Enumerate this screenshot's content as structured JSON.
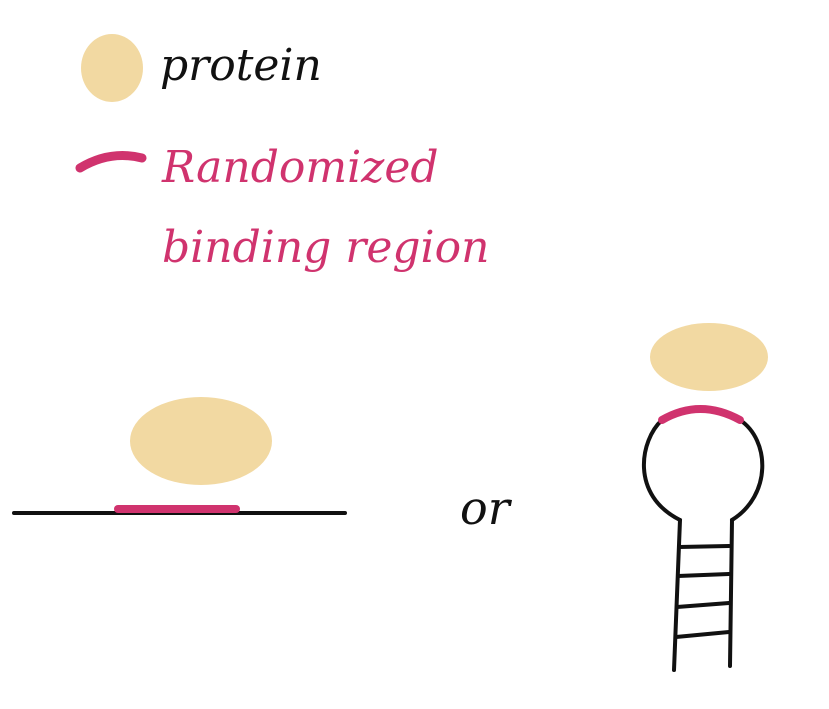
{
  "legend": {
    "protein_label": "protein",
    "region_label_line1": "Randomized",
    "region_label_line2": "binding region"
  },
  "connector_text": "or",
  "colors": {
    "protein": "#f2d9a2",
    "binding_region": "#d0336e",
    "ink": "#111111",
    "background": "#ffffff"
  }
}
